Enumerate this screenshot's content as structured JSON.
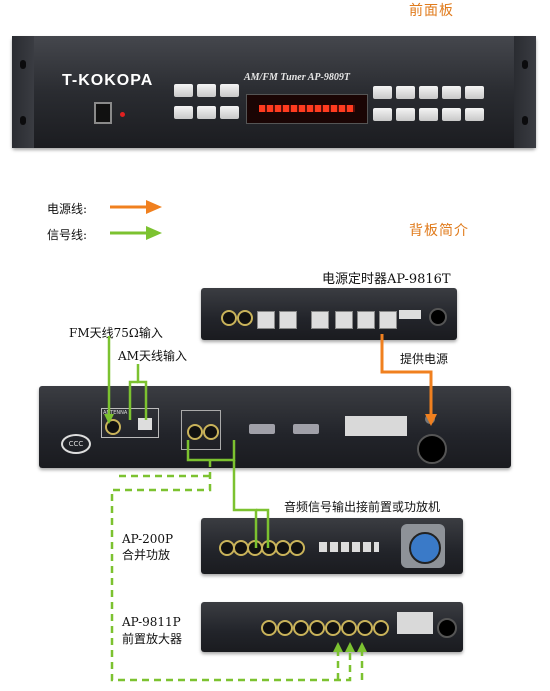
{
  "titles": {
    "front": "前面板",
    "back": "背板简介"
  },
  "legend": {
    "power": "电源线:",
    "signal": "信号线:",
    "power_color": "#f0801f",
    "signal_color": "#7cc230"
  },
  "front_panel": {
    "brand": "T-KOKOPA",
    "model": "AM/FM Tuner AP-9809T"
  },
  "labels": {
    "power_timer": "电源定时器AP-9816T",
    "fm_antenna": "FM天线75Ω输入",
    "am_antenna": "AM天线输入",
    "supply": "提供电源",
    "audio_out": "音频信号输出接前置或功放机",
    "amp_model": "AP-200P",
    "amp_name": "合并功放",
    "pre_model": "AP-9811P",
    "pre_name": "前置放大器"
  },
  "back_panel": {
    "antenna": "ANTENNA",
    "cert": "CCC"
  }
}
